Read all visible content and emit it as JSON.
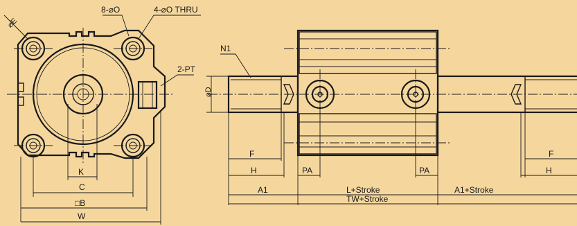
{
  "background_color": "#f5d79e",
  "ink_color": "#1a1a1a",
  "front_view": {
    "labels": {
      "counterbore": "8-⌀O",
      "thru_holes": "4-⌀O THRU",
      "flats": "⌀E",
      "port": "2-PT",
      "k": "K",
      "c": "C",
      "b": "□B",
      "w": "W"
    }
  },
  "side_view": {
    "labels": {
      "n1": "N1",
      "d": "⌀D",
      "f_left": "F",
      "h_left": "H",
      "pa_left": "PA",
      "pa_right": "PA",
      "f_right": "F",
      "h_right": "H",
      "a1": "A1",
      "l_stroke": "L+Stroke",
      "a1_stroke": "A1+Stroke",
      "tw_stroke": "TW+Stroke"
    }
  }
}
